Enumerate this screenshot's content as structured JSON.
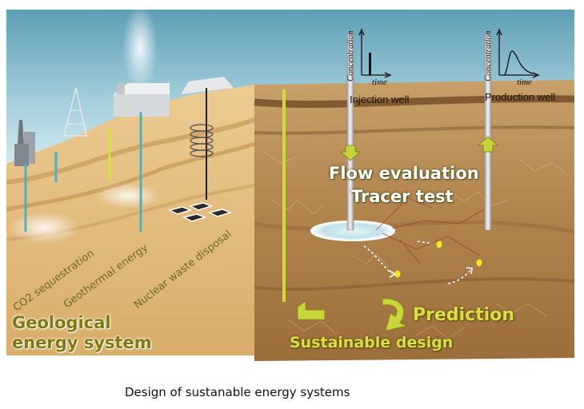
{
  "figure": {
    "caption": "Design of sustanable energy systems",
    "left_panel": {
      "title": "Geological\nenergy system",
      "applications": [
        "CO2 sequestration",
        "Geothermal energy",
        "Nuclear waste disposal"
      ]
    },
    "right_panel": {
      "injection_well": "Injection well",
      "production_well": "Production well",
      "flow_evaluation": "Flow evaluation",
      "tracer_test": "Tracer test",
      "prediction": "Prediction",
      "sustainable_design": "Sustainable design"
    },
    "injection_curve": {
      "ylabel": "Concentration",
      "xlabel": "time",
      "shape": "pulse"
    },
    "production_curve": {
      "ylabel": "Concentration",
      "xlabel": "time",
      "shape": "breakthrough-peak"
    }
  },
  "colors": {
    "sky": "#7fb7c9",
    "sand": "#e9c48a",
    "soil": "#b08350",
    "accent_yellow": "#d8e23c",
    "olive_text": "#7e7a10"
  }
}
